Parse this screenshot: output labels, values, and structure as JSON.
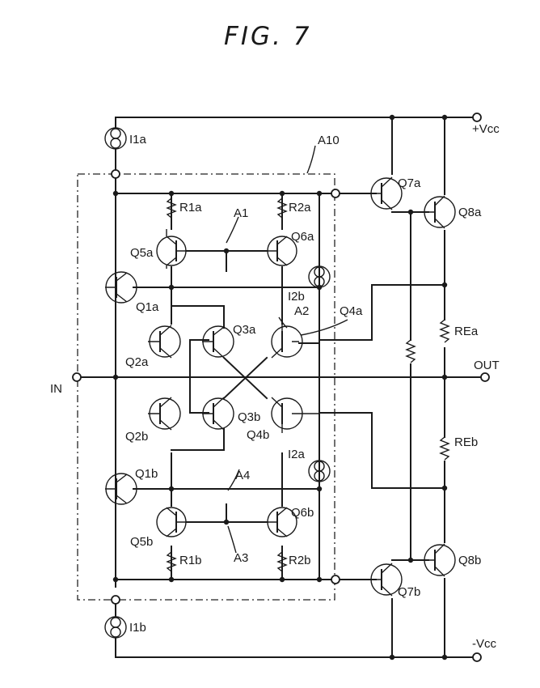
{
  "figure": {
    "title": "FIG. 7"
  },
  "labels": {
    "vcc_pos": "+Vcc",
    "vcc_neg": "-Vcc",
    "in": "IN",
    "out": "OUT",
    "a10": "A10",
    "a1": "A1",
    "a2": "A2",
    "a3": "A3",
    "a4": "A4"
  },
  "transistors": {
    "q1a": "Q1a",
    "q2a": "Q2a",
    "q3a": "Q3a",
    "q4a": "Q4a",
    "q5a": "Q5a",
    "q6a": "Q6a",
    "q7a": "Q7a",
    "q8a": "Q8a",
    "q1b": "Q1b",
    "q2b": "Q2b",
    "q3b": "Q3b",
    "q4b": "Q4b",
    "q5b": "Q5b",
    "q6b": "Q6b",
    "q7b": "Q7b",
    "q8b": "Q8b"
  },
  "resistors": {
    "r1a": "R1a",
    "r2a": "R2a",
    "r1b": "R1b",
    "r2b": "R2b",
    "rea": "REa",
    "reb": "REb"
  },
  "sources": {
    "i1a": "I1a",
    "i1b": "I1b",
    "i2a": "I2a",
    "i2b": "I2b"
  }
}
